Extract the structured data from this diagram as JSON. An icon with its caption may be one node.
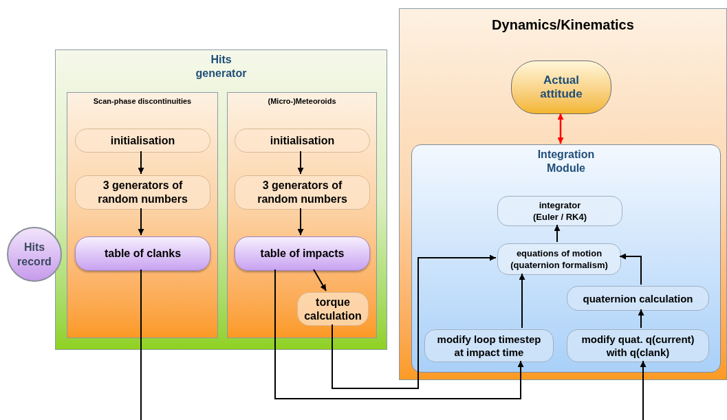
{
  "diagram": {
    "nodes": [
      {
        "text": [
          "Hits record"
        ]
      },
      {
        "text": [
          "Hits generator"
        ]
      },
      {
        "text": [
          "Scan-phase discontinuities"
        ],
        "in": 1
      },
      {
        "text": [
          "initialisation"
        ],
        "in": 2
      },
      {
        "text": [
          "3 generators of random numbers"
        ],
        "in": 2
      },
      {
        "text": [
          "table of clanks"
        ],
        "in": 2
      },
      {
        "text": [
          "(Micro-)Meteoroids"
        ],
        "in": 1
      },
      {
        "text": [
          "initialisation"
        ],
        "in": 6
      },
      {
        "text": [
          "3 generators of random numbers"
        ],
        "in": 6
      },
      {
        "text": [
          "table of impacts"
        ],
        "in": 6
      },
      {
        "text": [
          "torque calculation"
        ],
        "in": 6
      },
      {
        "text": [
          "Dynamics/Kinematics"
        ]
      },
      {
        "text": [
          "Actual attitude"
        ],
        "in": 11
      },
      {
        "text": [
          "Integration Module"
        ],
        "in": 11
      },
      {
        "text": [
          "integrator (Euler / RK4)"
        ],
        "in": 13
      },
      {
        "text": [
          "equations of motion (quaternion formalism)"
        ],
        "in": 13
      },
      {
        "text": [
          "quaternion calculation"
        ],
        "in": 13
      },
      {
        "text": [
          "modify loop timestep at impact time"
        ],
        "in": 13
      },
      {
        "text": [
          "modify quat. q(current) with q(clank)"
        ],
        "in": 13
      }
    ],
    "edges": [
      {
        "from": 3,
        "to": 4,
        "arrow": "to"
      },
      {
        "from": 4,
        "to": 5,
        "arrow": "to"
      },
      {
        "from": 7,
        "to": 8,
        "arrow": "to"
      },
      {
        "from": 8,
        "to": 9,
        "arrow": "to"
      },
      {
        "from": 9,
        "to": 10,
        "arrow": "to"
      },
      {
        "from": 9,
        "to": 17,
        "arrow": "to"
      },
      {
        "from": 10,
        "to": 15,
        "arrow": "to"
      },
      {
        "from": 17,
        "to": 15,
        "arrow": "to"
      },
      {
        "from": 18,
        "to": 16,
        "arrow": "to"
      },
      {
        "from": 16,
        "to": 15,
        "arrow": "to"
      },
      {
        "from": 15,
        "to": 14,
        "arrow": "to"
      },
      {
        "from": 12,
        "to": 13,
        "arrow": "both",
        "color": "#ff0000"
      },
      {
        "from": 5,
        "to": null,
        "arrow": "none"
      },
      {
        "from": null,
        "to": 18,
        "arrow": "to"
      }
    ]
  }
}
